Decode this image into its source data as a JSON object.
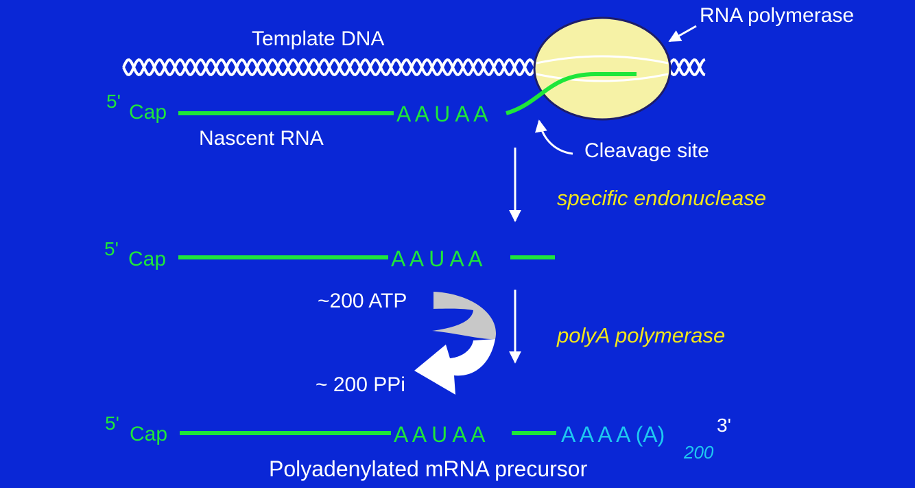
{
  "colors": {
    "background": "#0a27d6",
    "rna": "#1ee63a",
    "polyA": "#1ec8f0",
    "enzyme_label": "#f2e61a",
    "text": "#ffffff",
    "polymerase_fill": "#f6f2a6",
    "arrow_gray": "#c8c8c8"
  },
  "top": {
    "template_dna_label": "Template DNA",
    "rna_polymerase_label": "RNA polymerase",
    "five_prime": "5'",
    "cap": "Cap",
    "signal": "A A U A A",
    "nascent_rna_label": "Nascent RNA",
    "cleavage_site_label": "Cleavage site"
  },
  "step1": {
    "enzyme": "specific endonuclease"
  },
  "middle": {
    "five_prime": "5'",
    "cap": "Cap",
    "signal": "A A U A A"
  },
  "step2": {
    "enzyme": "polyA polymerase",
    "atp_label": "~200 ATP",
    "ppi_label": "~ 200 PPi"
  },
  "bottom": {
    "five_prime": "5'",
    "cap": "Cap",
    "signal": "A A U A A",
    "polyA_tail": "A A A A (A)",
    "tail_subscript": "200",
    "three_prime": "3'",
    "product_label": "Polyadenylated mRNA precursor"
  }
}
